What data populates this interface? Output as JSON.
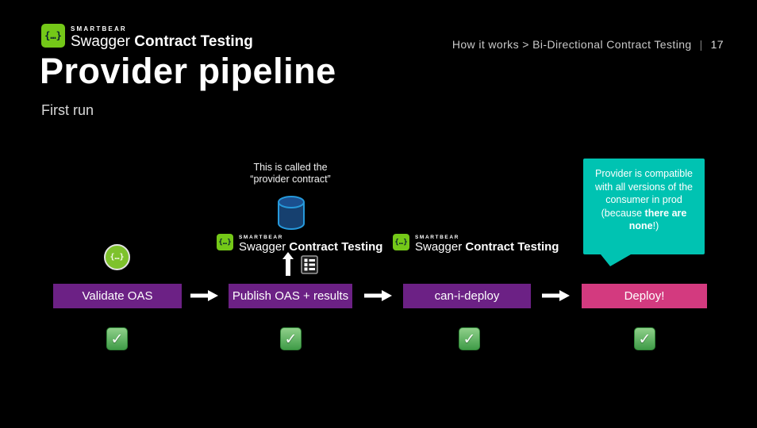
{
  "colors": {
    "background": "#000000",
    "purple": "#6C2185",
    "pink": "#D33A7F",
    "teal": "#00C3B2",
    "logo-green": "#74C818",
    "swagger-green": "#7EC22C",
    "check-green-top": "#8FD08A",
    "check-green-bottom": "#3F9B47",
    "db-fill": "#16406F",
    "db-top": "#1B4F8F",
    "db-stroke": "#2699DB"
  },
  "header": {
    "logo": {
      "icon_glyph": "{…}",
      "brand": "SMARTBEAR",
      "product_regular": "Swagger",
      "product_bold": "Contract Testing"
    },
    "breadcrumb": "How it works > Bi-Directional Contract Testing",
    "separator": "|",
    "page_number": "17"
  },
  "title": "Provider pipeline",
  "subtitle": "First run",
  "diagram": {
    "annotation_line1": "This is called the",
    "annotation_line2": "“provider contract”",
    "callout": {
      "text_before": "Provider is compatible with all versions of the consumer in prod (because ",
      "text_bold": "there are none",
      "text_after": "!)"
    },
    "steps": [
      {
        "label": "Validate OAS"
      },
      {
        "label": "Publish OAS + results"
      },
      {
        "label": "can-i-deploy"
      },
      {
        "label": "Deploy!"
      }
    ],
    "logo": {
      "icon_glyph": "{…}",
      "brand": "SMARTBEAR",
      "product_regular": "Swagger",
      "product_bold": "Contract Testing"
    },
    "swagger_circle_glyph": "{…}",
    "checkmark_glyph": "✓"
  }
}
